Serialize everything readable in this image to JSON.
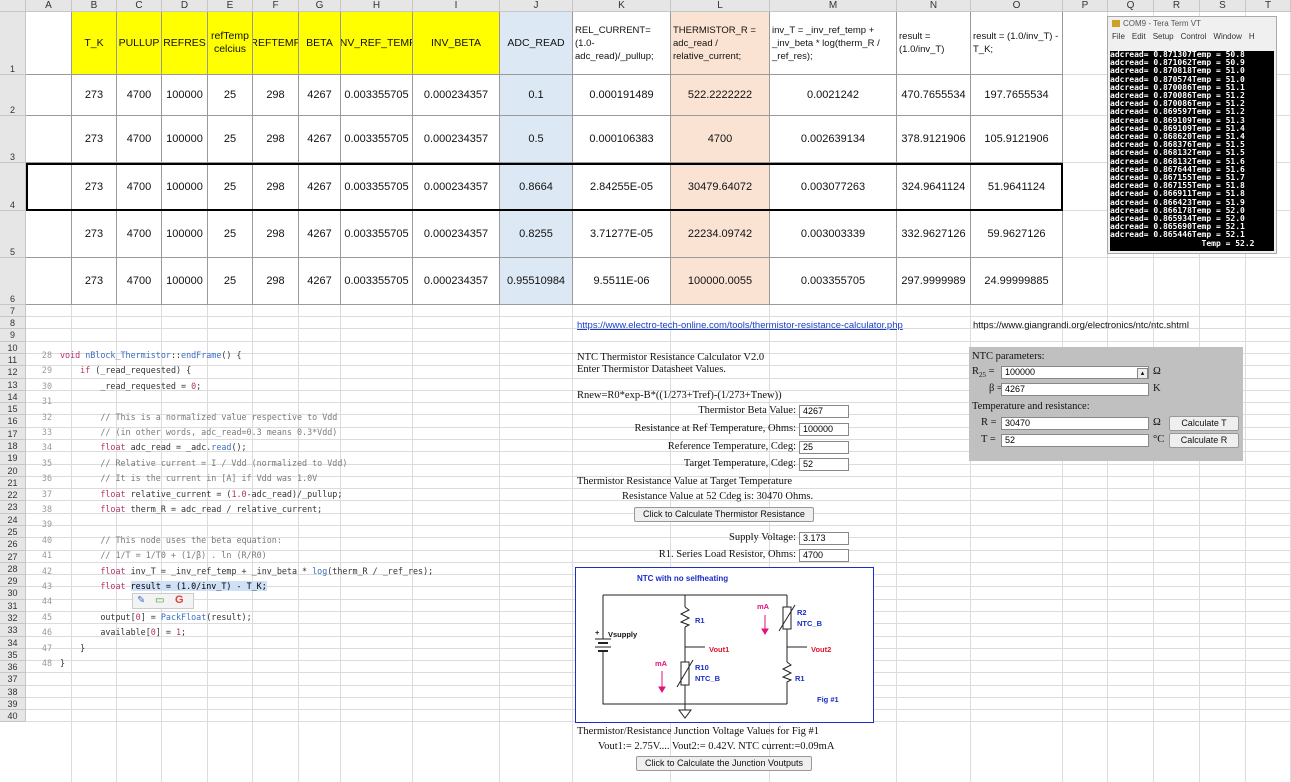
{
  "columns": [
    "A",
    "B",
    "C",
    "D",
    "E",
    "F",
    "G",
    "H",
    "I",
    "J",
    "K",
    "L",
    "M",
    "N",
    "O",
    "P",
    "Q",
    "R",
    "S",
    "T"
  ],
  "rows": [
    "1",
    "2",
    "3",
    "4",
    "5",
    "6",
    "7",
    "8",
    "9",
    "10",
    "11",
    "12",
    "13",
    "14",
    "15",
    "16",
    "17",
    "18",
    "19",
    "20",
    "21",
    "22",
    "23",
    "24",
    "25",
    "26",
    "27",
    "28",
    "29",
    "30",
    "31",
    "32",
    "33",
    "34",
    "35",
    "36",
    "37",
    "38",
    "39",
    "40"
  ],
  "table": {
    "headers": [
      "T_K",
      "PULLUP",
      "REFRES",
      "refTemp celcius",
      "REFTEMP",
      "BETA",
      "INV_REF_TEMP",
      "INV_BETA",
      "ADC_READ",
      "REL_CURRENT= (1.0- adc_read)/_pullup;",
      "THERMISTOR_R = adc_read / relative_current;",
      "inv_T = _inv_ref_temp + _inv_beta * log(therm_R / _ref_res);",
      "result = (1.0/inv_T)",
      "result = (1.0/inv_T) - T_K;"
    ],
    "rows": [
      [
        "273",
        "4700",
        "100000",
        "25",
        "298",
        "4267",
        "0.003355705",
        "0.000234357",
        "0.1",
        "0.000191489",
        "522.2222222",
        "0.0021242",
        "470.7655534",
        "197.7655534"
      ],
      [
        "273",
        "4700",
        "100000",
        "25",
        "298",
        "4267",
        "0.003355705",
        "0.000234357",
        "0.5",
        "0.000106383",
        "4700",
        "0.002639134",
        "378.9121906",
        "105.9121906"
      ],
      [
        "273",
        "4700",
        "100000",
        "25",
        "298",
        "4267",
        "0.003355705",
        "0.000234357",
        "0.8664",
        "2.84255E-05",
        "30479.64072",
        "0.003077263",
        "324.9641124",
        "51.9641124"
      ],
      [
        "273",
        "4700",
        "100000",
        "25",
        "298",
        "4267",
        "0.003355705",
        "0.000234357",
        "0.8255",
        "3.71277E-05",
        "22234.09742",
        "0.003003339",
        "332.9627126",
        "59.9627126"
      ],
      [
        "273",
        "4700",
        "100000",
        "25",
        "298",
        "4267",
        "0.003355705",
        "0.000234357",
        "0.95510984",
        "9.5511E-06",
        "100000.0055",
        "0.003355705",
        "297.9999989",
        "24.99999885"
      ]
    ]
  },
  "links": {
    "electro": "https://www.electro-tech-online.com/tools/thermistor-resistance-calculator.php",
    "giangrandi": "https://www.giangrandi.org/electronics/ntc/ntc.shtml"
  },
  "code": [
    {
      "n": "28",
      "parts": [
        [
          "kw",
          "void "
        ],
        [
          "fn",
          "nBlock_Thermistor"
        ],
        [
          "tx",
          "::"
        ],
        [
          "fn",
          "endFrame"
        ],
        [
          "tx",
          "() {"
        ]
      ]
    },
    {
      "n": "29",
      "parts": [
        [
          "tx",
          "    "
        ],
        [
          "kw",
          "if"
        ],
        [
          "tx",
          " (_read_requested) {"
        ]
      ]
    },
    {
      "n": "30",
      "parts": [
        [
          "tx",
          "        _read_requested = "
        ],
        [
          "num",
          "0"
        ],
        [
          "tx",
          ";"
        ]
      ]
    },
    {
      "n": "31",
      "parts": []
    },
    {
      "n": "32",
      "parts": [
        [
          "cm",
          "        // This is a normalized value respective to Vdd"
        ]
      ]
    },
    {
      "n": "33",
      "parts": [
        [
          "cm",
          "        // (in other words, adc_read=0.3 means 0.3*Vdd)"
        ]
      ]
    },
    {
      "n": "34",
      "parts": [
        [
          "kw",
          "        float"
        ],
        [
          "tx",
          " adc_read = _adc."
        ],
        [
          "fn",
          "read"
        ],
        [
          "tx",
          "();"
        ]
      ]
    },
    {
      "n": "35",
      "parts": [
        [
          "cm",
          "        // Relative current = I / Vdd (normalized to Vdd)"
        ]
      ]
    },
    {
      "n": "36",
      "parts": [
        [
          "cm",
          "        // It is the current in [A] if Vdd was 1.0V"
        ]
      ]
    },
    {
      "n": "37",
      "parts": [
        [
          "kw",
          "        float"
        ],
        [
          "tx",
          " relative_current = ("
        ],
        [
          "num",
          "1.0"
        ],
        [
          "tx",
          "-adc_read)/_pullup;"
        ]
      ]
    },
    {
      "n": "38",
      "parts": [
        [
          "kw",
          "        float"
        ],
        [
          "tx",
          " therm_R = adc_read / relative_current;"
        ]
      ]
    },
    {
      "n": "39",
      "parts": []
    },
    {
      "n": "40",
      "parts": [
        [
          "cm",
          "        // This node uses the beta equation:"
        ]
      ]
    },
    {
      "n": "41",
      "parts": [
        [
          "cm",
          "        // 1/T = 1/T0 + (1/β) . ln (R/R0)"
        ]
      ]
    },
    {
      "n": "42",
      "parts": [
        [
          "kw",
          "        float"
        ],
        [
          "tx",
          " inv_T = _inv_ref_temp + _inv_beta * "
        ],
        [
          "fn",
          "log"
        ],
        [
          "tx",
          "(therm_R / _ref_res);"
        ]
      ]
    },
    {
      "n": "43",
      "parts": [
        [
          "kw",
          "        float"
        ],
        [
          "tx",
          " "
        ],
        [
          "hl",
          "result = (1.0/inv_T) - T_K;"
        ]
      ]
    },
    {
      "n": "44",
      "parts": []
    },
    {
      "n": "45",
      "parts": [
        [
          "tx",
          "        output["
        ],
        [
          "num",
          "0"
        ],
        [
          "tx",
          "] = "
        ],
        [
          "fn",
          "PackFloat"
        ],
        [
          "tx",
          "(result);"
        ]
      ]
    },
    {
      "n": "46",
      "parts": [
        [
          "tx",
          "        available["
        ],
        [
          "num",
          "0"
        ],
        [
          "tx",
          "] = "
        ],
        [
          "num",
          "1"
        ],
        [
          "tx",
          ";"
        ]
      ]
    },
    {
      "n": "47",
      "parts": [
        [
          "tx",
          "    }"
        ]
      ]
    },
    {
      "n": "48",
      "parts": [
        [
          "tx",
          "}"
        ]
      ]
    }
  ],
  "terminal": {
    "title": "COM9 - Tera Term VT",
    "menu": [
      "File",
      "Edit",
      "Setup",
      "Control",
      "Window",
      "H"
    ],
    "lines": [
      "adcread= 0.871307Temp = 50.8",
      "adcread= 0.871062Temp = 50.9",
      "adcread= 0.870818Temp = 51.0",
      "adcread= 0.870574Temp = 51.0",
      "adcread= 0.870086Temp = 51.1",
      "adcread= 0.870086Temp = 51.2",
      "adcread= 0.870086Temp = 51.2",
      "adcread= 0.869597Temp = 51.2",
      "adcread= 0.869109Temp = 51.3",
      "adcread= 0.869109Temp = 51.4",
      "adcread= 0.868620Temp = 51.4",
      "adcread= 0.868376Temp = 51.5",
      "adcread= 0.868132Temp = 51.5",
      "adcread= 0.868132Temp = 51.6",
      "adcread= 0.867644Temp = 51.6",
      "adcread= 0.867155Temp = 51.7",
      "adcread= 0.867155Temp = 51.8",
      "adcread= 0.866911Temp = 51.8",
      "adcread= 0.866423Temp = 51.9",
      "adcread= 0.866178Temp = 52.0",
      "adcread= 0.865934Temp = 52.0",
      "adcread= 0.865690Temp = 52.1",
      "adcread= 0.865446Temp = 52.1",
      "                   Temp = 52.2"
    ]
  },
  "calc1": {
    "title": "NTC Thermistor Resistance Calculator V2.0",
    "subtitle": "Enter Thermistor Datasheet Values.",
    "formula": "Rnew=R0*exp-B*((1/273+Tref)-(1/273+Tnew))",
    "beta_label": "Thermistor Beta Value:",
    "beta_value": "4267",
    "ref_res_label": "Resistance at Ref Temperature, Ohms:",
    "ref_res_value": "100000",
    "ref_temp_label": "Reference Temperature, Cdeg:",
    "ref_temp_value": "25",
    "target_label": "Target Temperature, Cdeg:",
    "target_value": "52",
    "section": "Thermistor Resistance Value at Target Temperature",
    "result": "Resistance Value at 52 Cdeg is: 30470 Ohms.",
    "calc_button": "Click to Calculate Thermistor Resistance",
    "supply_label": "Supply Voltage:",
    "supply_value": "3.173",
    "series_label": "R1. Series Load Resistor, Ohms:",
    "series_value": "4700",
    "junction_title": "Thermistor/Resistance Junction Voltage Values for Fig #1",
    "junction_result": "Vout1:= 2.75V.... Vout2:= 0.42V. NTC current:=0.09mA",
    "junction_button": "Click to Calculate the Junction Voutputs"
  },
  "diagram": {
    "title": "NTC  with no selfheating",
    "vsupply": "Vsupply",
    "r1": "R1",
    "r10": "R10",
    "ntcb": "NTC_B",
    "r2": "R2",
    "ma": "mA",
    "vout1": "Vout1",
    "vout2": "Vout2",
    "fig": "Fig #1",
    "plus": "+"
  },
  "calc2": {
    "title": "NTC parameters:",
    "r25_label": "R",
    "r25_sub": "25",
    "eq": " =",
    "r25_value": "100000",
    "ohm": "Ω",
    "beta_label": "β =",
    "beta_value": "4267",
    "k": "K",
    "section": "Temperature and resistance:",
    "r_label": "R =",
    "r_value": "30470",
    "t_label": "T =",
    "t_value": "52",
    "degc": "°C",
    "calc_t": "Calculate T",
    "calc_r": "Calculate R"
  },
  "colors": {
    "yellow": "#ffff00",
    "adc_blue": "#dce9f5",
    "therm_peach": "#fbe3d4",
    "link": "#1a3ec7",
    "diagram_border": "#1a2ec7",
    "diagram_text": "#1a2ec7",
    "red": "#e0142e",
    "magenta": "#e0147a"
  }
}
